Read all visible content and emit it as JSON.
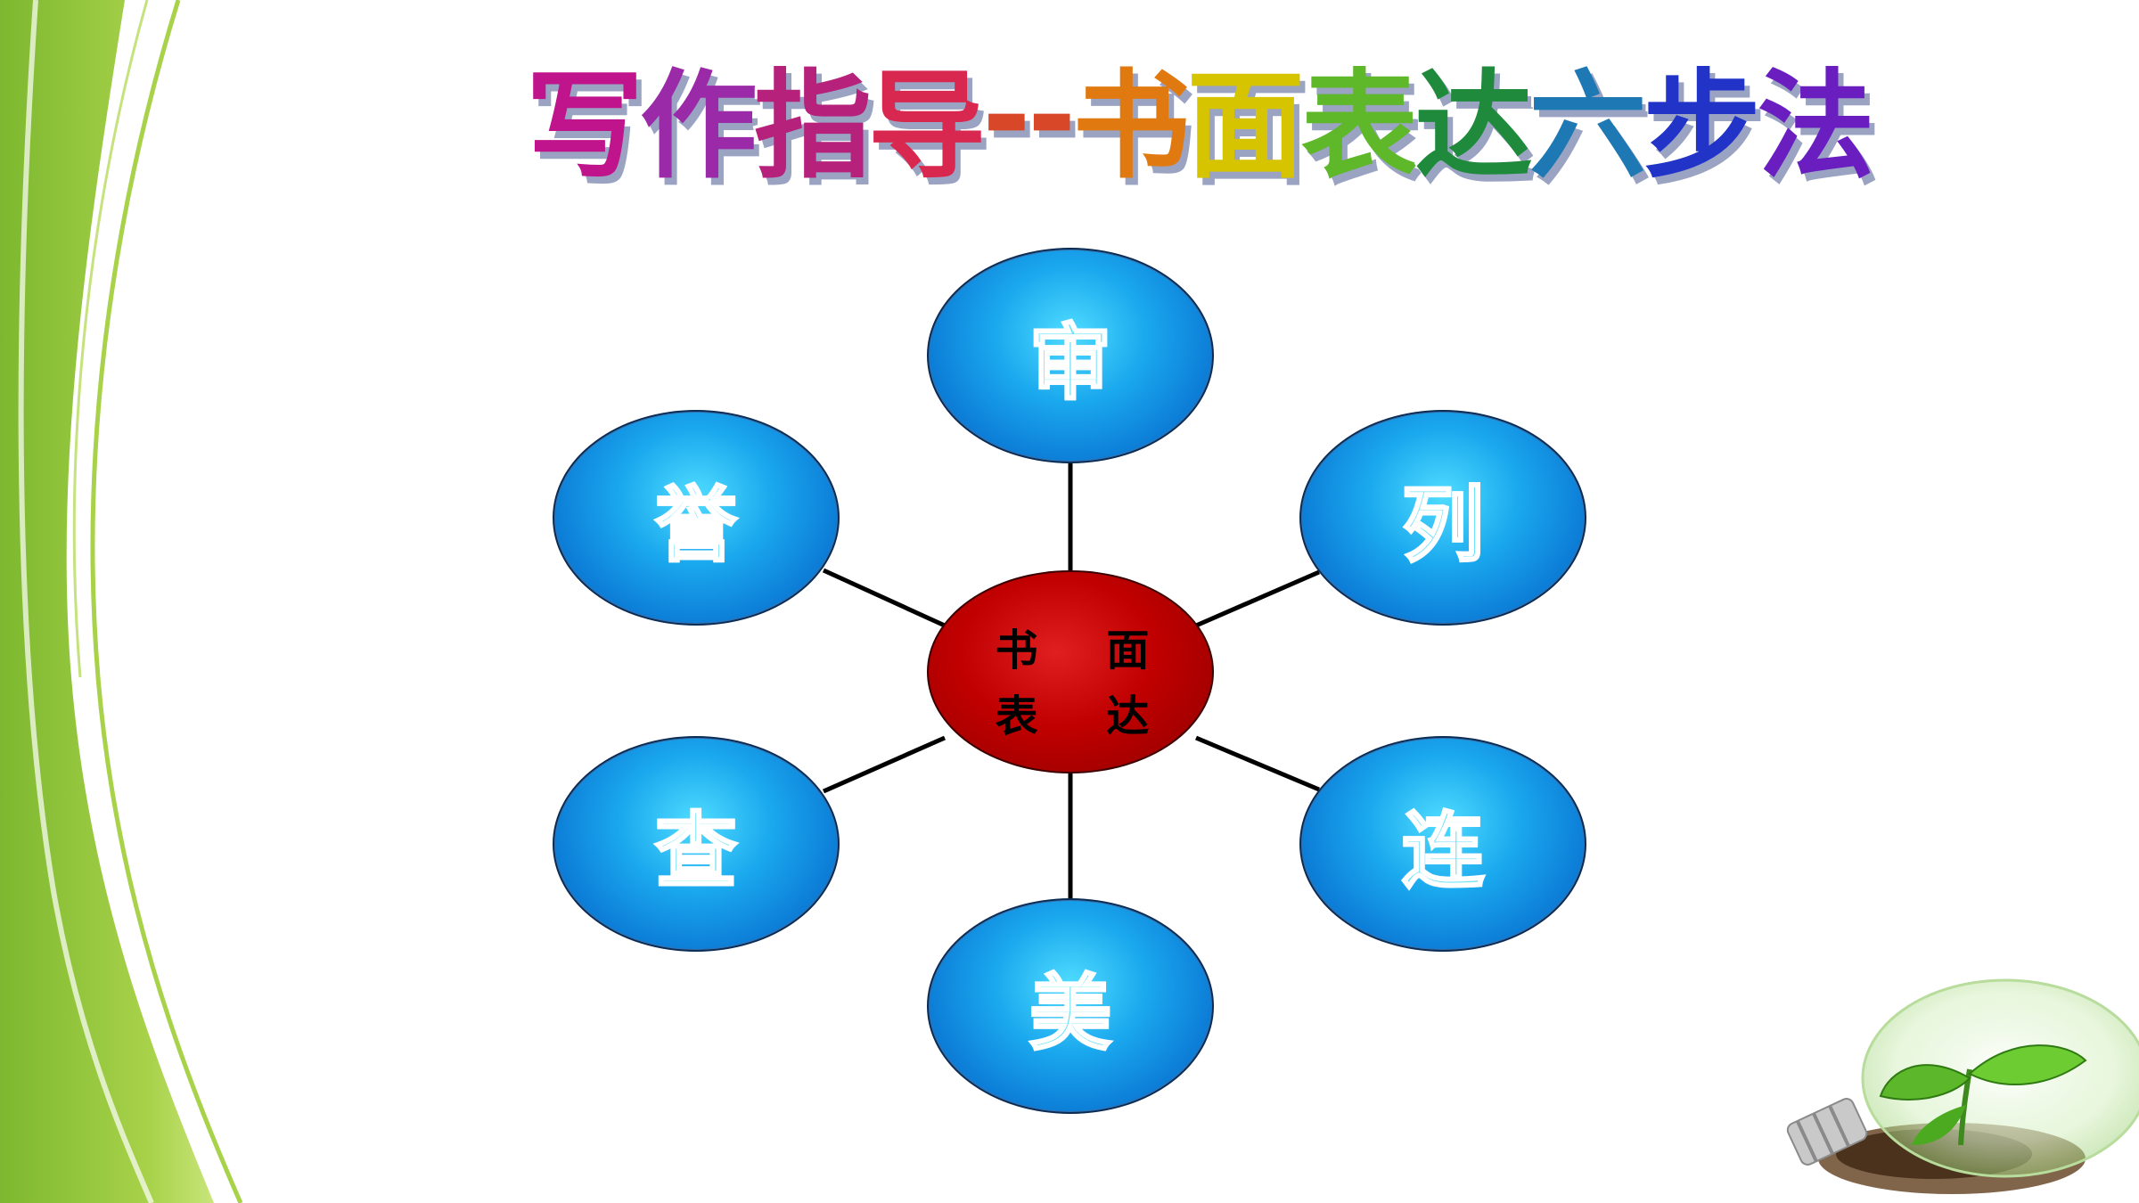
{
  "title": {
    "chars": [
      "写",
      "作",
      "指",
      "导",
      "--",
      "书",
      "面",
      "表",
      "达",
      "六",
      "步",
      "法"
    ],
    "colors": [
      "#c0148c",
      "#9b2aa8",
      "#b6217c",
      "#d82850",
      "#d84828",
      "#e07a10",
      "#d6c400",
      "#5eb82a",
      "#1f8a3c",
      "#1e78b4",
      "#2234c8",
      "#6a1ec0"
    ]
  },
  "center": {
    "line1": "书 面",
    "line2": "表 达",
    "color": "#c00000"
  },
  "nodes": [
    {
      "id": "top",
      "label": "审"
    },
    {
      "id": "upper-right",
      "label": "列"
    },
    {
      "id": "lower-right",
      "label": "连"
    },
    {
      "id": "bottom",
      "label": "美"
    },
    {
      "id": "lower-left",
      "label": "查"
    },
    {
      "id": "upper-left",
      "label": "誉"
    }
  ],
  "colors": {
    "node": "#0d7fd8",
    "accent_green": "#8cc63f",
    "connector": "#000000"
  },
  "decoration": {
    "bulb": "lightbulb-with-sprout-icon"
  }
}
